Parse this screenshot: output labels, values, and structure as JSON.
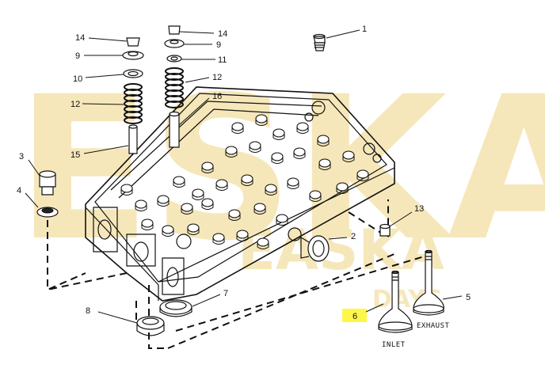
{
  "watermark": {
    "main_text": "ESKA",
    "secondary_text": "EASKA",
    "tertiary_text": "DAYS",
    "color": "#f4dfa3"
  },
  "highlight_color": "#fff64a",
  "callouts": {
    "c1": "1",
    "c2": "2",
    "c3": "3",
    "c4": "4",
    "c5": "5",
    "c6": "6",
    "c7": "7",
    "c8": "8",
    "c9_left": "9",
    "c9_right": "9",
    "c10": "10",
    "c11": "11",
    "c12_left": "12",
    "c12_right": "12",
    "c13": "13",
    "c14_left": "14",
    "c14_right": "14",
    "c15": "15",
    "c16": "16"
  },
  "labels": {
    "inlet": "INLET",
    "exhaust": "EXHAUST"
  }
}
